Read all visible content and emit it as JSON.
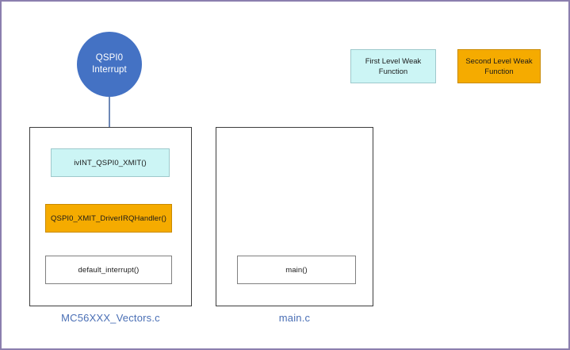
{
  "diagram": {
    "title_text": "",
    "colors": {
      "frame_border": "#8b7fae",
      "circle_fill": "#4472c4",
      "first_level_fill": "#ccf5f5",
      "second_level_fill": "#f5ab00",
      "plain_box_fill": "#ffffff",
      "arrow": "#2f5496",
      "file_label_text": "#4a6fb5"
    },
    "source": {
      "label_line1": "QSPI0",
      "label_line2": "Interrupt",
      "shape": "circle"
    },
    "legend": {
      "items": [
        {
          "label": "First Level Weak Function",
          "swatch": "#ccf5f5",
          "name": "first-level-weak-function"
        },
        {
          "label": "Second Level Weak Function",
          "swatch": "#f5ab00",
          "name": "second-level-weak-function"
        }
      ]
    },
    "containers": [
      {
        "file_label": "MC56XXX_Vectors.c",
        "boxes": [
          {
            "label": "ivINT_QSPI0_XMIT()",
            "kind": "first-level-weak"
          },
          {
            "label": "QSPI0_XMIT_DriverIRQHandler()",
            "kind": "second-level-weak"
          },
          {
            "label": "default_interrupt()",
            "kind": "plain"
          }
        ]
      },
      {
        "file_label": "main.c",
        "boxes": [
          {
            "label": "main()",
            "kind": "plain"
          }
        ]
      }
    ],
    "flow": {
      "arrows": [
        {
          "from": "qspi0-interrupt-circle",
          "to": "ivint-qspi0-xmit-box"
        },
        {
          "from": "ivint-qspi0-xmit-box",
          "to": "qspi0-xmit-driverirqhandler-box"
        },
        {
          "from": "qspi0-xmit-driverirqhandler-box",
          "to": "default-interrupt-box"
        }
      ]
    }
  }
}
